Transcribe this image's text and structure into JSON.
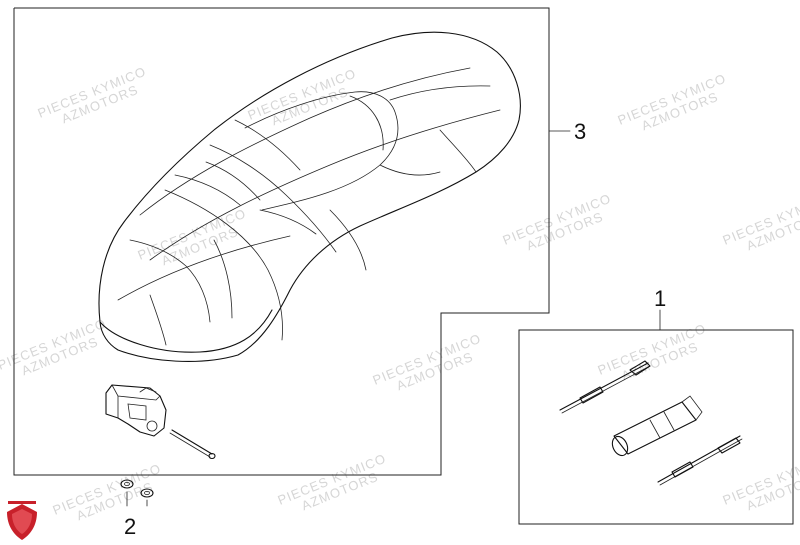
{
  "callouts": {
    "part_1": "1",
    "part_2": "2",
    "part_3": "3"
  },
  "watermark": {
    "line1": "PIECES KYMICO",
    "line2": "AZMOTORS"
  },
  "colors": {
    "line": "#111111",
    "watermark": "#d6d6d6",
    "logo_red": "#c8202a"
  }
}
